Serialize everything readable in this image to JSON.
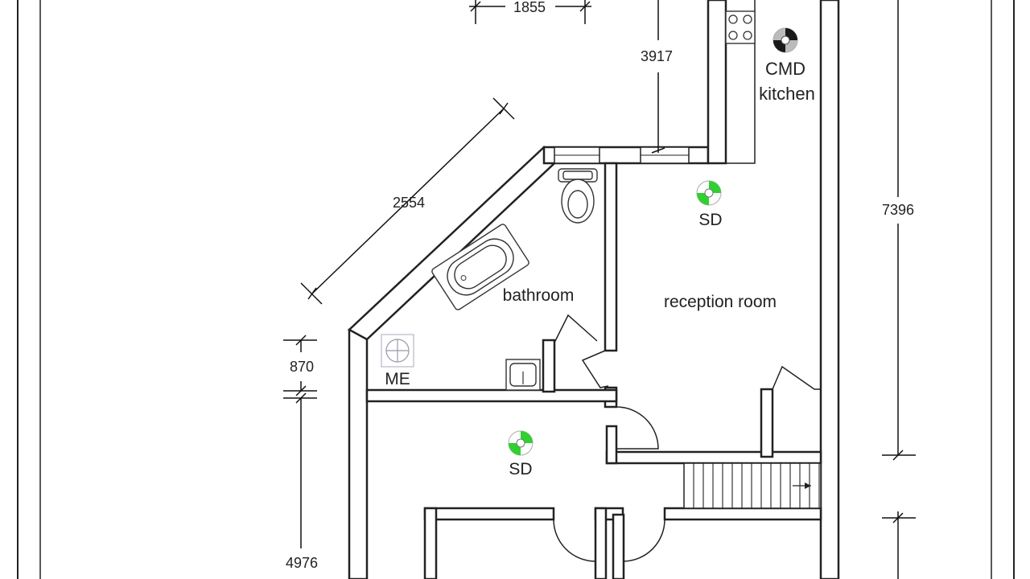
{
  "rooms": {
    "kitchen": "kitchen",
    "bathroom": "bathroom",
    "reception": "reception room"
  },
  "symbols": {
    "cmd": "CMD",
    "me": "ME",
    "sd_reception": "SD",
    "sd_hall": "SD"
  },
  "dimensions": {
    "top_width": "1855",
    "kitchen_depth": "3917",
    "diagonal": "2554",
    "left_upper": "870",
    "left_lower": "4976",
    "right_height": "7396"
  },
  "colors": {
    "smoke_detector": "#2fd12f",
    "carbon_monoxide_detector": "#1a1a1a"
  },
  "icons": {
    "smoke_detector": "sd-icon",
    "cmd": "cmd-icon",
    "me": "me-icon"
  }
}
